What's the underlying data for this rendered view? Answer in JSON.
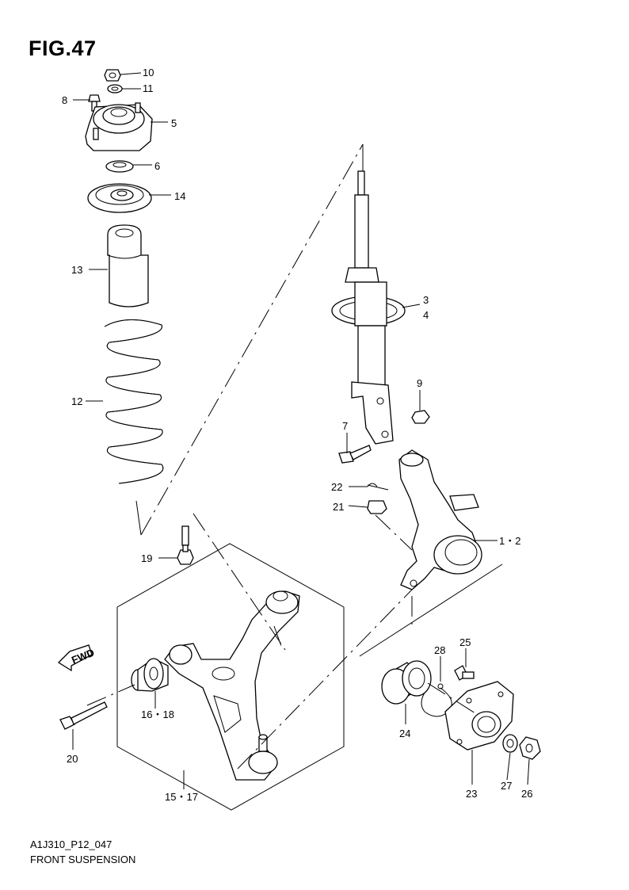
{
  "figure": {
    "title": "FIG.47"
  },
  "footer": {
    "code": "A1J310_P12_047",
    "caption": "FRONT SUSPENSION"
  },
  "fwd_arrow": {
    "text": "FWD"
  },
  "callouts": [
    {
      "id": "c10",
      "text": "10"
    },
    {
      "id": "c11",
      "text": "11"
    },
    {
      "id": "c8",
      "text": "8"
    },
    {
      "id": "c5",
      "text": "5"
    },
    {
      "id": "c6",
      "text": "6"
    },
    {
      "id": "c14",
      "text": "14"
    },
    {
      "id": "c13",
      "text": "13"
    },
    {
      "id": "c12",
      "text": "12"
    },
    {
      "id": "c3",
      "text": "3"
    },
    {
      "id": "c4",
      "text": "4"
    },
    {
      "id": "c9",
      "text": "9"
    },
    {
      "id": "c7",
      "text": "7"
    },
    {
      "id": "c22",
      "text": "22"
    },
    {
      "id": "c21",
      "text": "21"
    },
    {
      "id": "c12b",
      "text": "1・2"
    },
    {
      "id": "c19",
      "text": "19"
    },
    {
      "id": "c28",
      "text": "28"
    },
    {
      "id": "c25",
      "text": "25"
    },
    {
      "id": "c1618",
      "text": "16・18"
    },
    {
      "id": "c24",
      "text": "24"
    },
    {
      "id": "c20",
      "text": "20"
    },
    {
      "id": "c23",
      "text": "23"
    },
    {
      "id": "c27",
      "text": "27"
    },
    {
      "id": "c26",
      "text": "26"
    },
    {
      "id": "c1517",
      "text": "15・17"
    }
  ]
}
